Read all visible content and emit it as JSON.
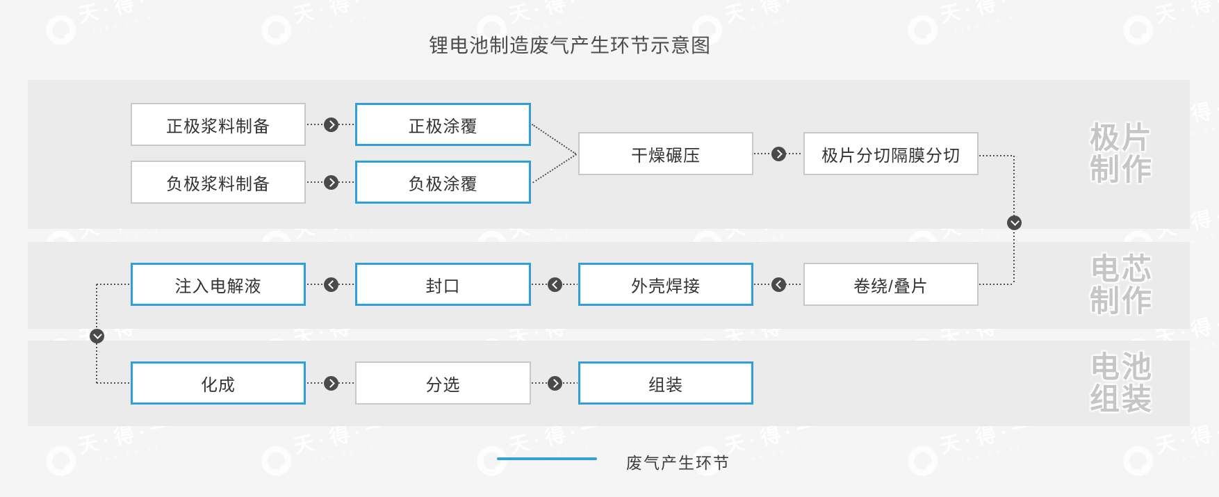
{
  "title": "锂电池制造废气产生环节示意图",
  "sections": [
    {
      "id": "electrode-fabrication",
      "name": "极片制作",
      "lines": [
        "极片",
        "制作"
      ]
    },
    {
      "id": "cell-fabrication",
      "name": "电芯制作",
      "lines": [
        "电芯",
        "制作"
      ]
    },
    {
      "id": "battery-assembly",
      "name": "电池组装",
      "lines": [
        "电池",
        "组装"
      ]
    }
  ],
  "nodes": [
    {
      "id": "cathode-slurry-prep",
      "label": "正极浆料制备",
      "waste_gas": false,
      "section": "electrode-fabrication"
    },
    {
      "id": "anode-slurry-prep",
      "label": "负极浆料制备",
      "waste_gas": false,
      "section": "electrode-fabrication"
    },
    {
      "id": "cathode-coating",
      "label": "正极涂覆",
      "waste_gas": true,
      "section": "electrode-fabrication"
    },
    {
      "id": "anode-coating",
      "label": "负极涂覆",
      "waste_gas": true,
      "section": "electrode-fabrication"
    },
    {
      "id": "drying-rolling",
      "label": "干燥碾压",
      "waste_gas": false,
      "section": "electrode-fabrication"
    },
    {
      "id": "sheet-separator-slitting",
      "label": "极片分切隔膜分切",
      "waste_gas": false,
      "section": "electrode-fabrication"
    },
    {
      "id": "winding-stacking",
      "label": "卷绕/叠片",
      "waste_gas": false,
      "section": "cell-fabrication"
    },
    {
      "id": "case-welding",
      "label": "外壳焊接",
      "waste_gas": true,
      "section": "cell-fabrication"
    },
    {
      "id": "sealing",
      "label": "封口",
      "waste_gas": true,
      "section": "cell-fabrication"
    },
    {
      "id": "electrolyte-injection",
      "label": "注入电解液",
      "waste_gas": true,
      "section": "cell-fabrication"
    },
    {
      "id": "formation",
      "label": "化成",
      "waste_gas": true,
      "section": "battery-assembly"
    },
    {
      "id": "sorting",
      "label": "分选",
      "waste_gas": false,
      "section": "battery-assembly"
    },
    {
      "id": "assembly",
      "label": "组装",
      "waste_gas": true,
      "section": "battery-assembly"
    }
  ],
  "edges": [
    {
      "from": "cathode-slurry-prep",
      "to": "cathode-coating"
    },
    {
      "from": "anode-slurry-prep",
      "to": "anode-coating"
    },
    {
      "from": "cathode-coating",
      "to": "drying-rolling"
    },
    {
      "from": "anode-coating",
      "to": "drying-rolling"
    },
    {
      "from": "drying-rolling",
      "to": "sheet-separator-slitting"
    },
    {
      "from": "sheet-separator-slitting",
      "to": "winding-stacking"
    },
    {
      "from": "winding-stacking",
      "to": "case-welding"
    },
    {
      "from": "case-welding",
      "to": "sealing"
    },
    {
      "from": "sealing",
      "to": "electrolyte-injection"
    },
    {
      "from": "electrolyte-injection",
      "to": "formation"
    },
    {
      "from": "formation",
      "to": "sorting"
    },
    {
      "from": "sorting",
      "to": "assembly"
    }
  ],
  "legend": {
    "label": "废气产生环节"
  },
  "watermark": {
    "text": "天·得·一",
    "latin": "TIAN DE YI"
  },
  "colors": {
    "page_bg": "#f5f5f6",
    "band_bg": "#ebebeb",
    "box_border_gray": "#c8c8c8",
    "waste_gas_blue": "#2f9fd9",
    "legend_line_blue": "#359fd7",
    "arrow_circle": "#4a4a4a",
    "section_label_gray": "#c6c6c6",
    "text_dark": "#333333"
  }
}
